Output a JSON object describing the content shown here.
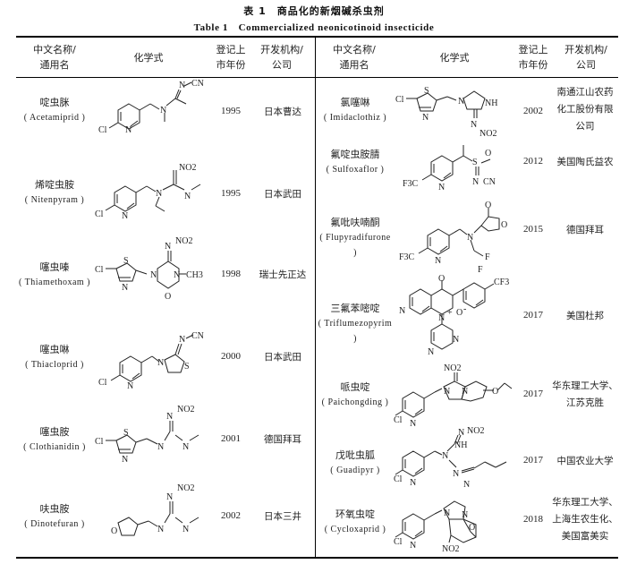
{
  "caption": {
    "cn": "表 1　商品化的新烟碱杀虫剂",
    "en": "Table 1　Commercialized neonicotinoid insecticide"
  },
  "headers": {
    "name": [
      "中文名称/",
      "通用名"
    ],
    "formula": "化学式",
    "year": [
      "登记上",
      "市年份"
    ],
    "dev": [
      "开发机构/",
      "公司"
    ]
  },
  "rows_left": [
    {
      "cn": "啶虫脒",
      "en": "( Acetamiprid )",
      "year": "1995",
      "dev": [
        "日本曹达"
      ]
    },
    {
      "cn": "烯啶虫胺",
      "en": "( Nitenpyram )",
      "year": "1995",
      "dev": [
        "日本武田"
      ]
    },
    {
      "cn": "噻虫嗪",
      "en": "( Thiamethoxam )",
      "year": "1998",
      "dev": [
        "瑞士先正达"
      ]
    },
    {
      "cn": "噻虫啉",
      "en": "( Thiacloprid )",
      "year": "2000",
      "dev": [
        "日本武田"
      ]
    },
    {
      "cn": "噻虫胺",
      "en": "( Clothianidin )",
      "year": "2001",
      "dev": [
        "德国拜耳"
      ]
    },
    {
      "cn": "呋虫胺",
      "en": "( Dinotefuran )",
      "year": "2002",
      "dev": [
        "日本三井"
      ]
    }
  ],
  "rows_right": [
    {
      "cn": "氯噻啉",
      "en": "( Imidaclothiz )",
      "year": "2002",
      "dev": [
        "南通江山农药",
        "化工股份有限",
        "公司"
      ]
    },
    {
      "cn": "氟啶虫胺腈",
      "en": "( Sulfoxaflor )",
      "year": "2012",
      "dev": [
        "美国陶氏益农"
      ]
    },
    {
      "cn": "氟吡呋喃酮",
      "en": "( Flupyradifurone )",
      "year": "2015",
      "dev": [
        "德国拜耳"
      ]
    },
    {
      "cn": "三氟苯嘧啶",
      "en": "( Triflumezopyrim )",
      "year": "2017",
      "dev": [
        "美国杜邦"
      ]
    },
    {
      "cn": "哌虫啶",
      "en": "( Paichongding )",
      "year": "2017",
      "dev": [
        "华东理工大学、",
        "江苏克胜"
      ]
    },
    {
      "cn": "戊吡虫胍",
      "en": "( Guadipyr )",
      "year": "2017",
      "dev": [
        "中国农业大学"
      ]
    },
    {
      "cn": "环氧虫啶",
      "en": "( Cycloxaprid )",
      "year": "2018",
      "dev": [
        "华东理工大学、",
        "上海生农生化、",
        "美国富美实"
      ]
    }
  ],
  "structure_labels": {
    "acetamiprid": [
      "Cl",
      "N",
      "N",
      "N",
      "CN"
    ],
    "nitenpyram": [
      "Cl",
      "N",
      "N",
      "N",
      "NO2"
    ],
    "thiamethoxam": [
      "Cl",
      "S",
      "N",
      "N",
      "N",
      "N",
      "NO2",
      "CH3",
      "O"
    ],
    "thiacloprid": [
      "Cl",
      "N",
      "N",
      "S",
      "N",
      "CN"
    ],
    "clothianidin": [
      "Cl",
      "S",
      "N",
      "N",
      "N",
      "N",
      "NO2"
    ],
    "dinotefuran": [
      "O",
      "N",
      "N",
      "N",
      "NO2"
    ],
    "imidaclothiz": [
      "Cl",
      "S",
      "N",
      "N",
      "NH",
      "N",
      "NO2"
    ],
    "sulfoxaflor": [
      "F3C",
      "N",
      "S",
      "O",
      "N",
      "CN"
    ],
    "flupyradifurone": [
      "F3C",
      "N",
      "N",
      "O",
      "O",
      "F",
      "F"
    ],
    "triflumezopyrim": [
      "N",
      "N",
      "O",
      "O",
      "+",
      "-",
      "CF3",
      "N",
      "N"
    ],
    "paichongding": [
      "Cl",
      "N",
      "N",
      "N",
      "NO2",
      "O"
    ],
    "guadipyr": [
      "Cl",
      "N",
      "N",
      "N",
      "NH",
      "N",
      "NO2",
      "N"
    ],
    "cycloxaprid": [
      "Cl",
      "N",
      "N",
      "N",
      "O",
      "NO2"
    ]
  }
}
